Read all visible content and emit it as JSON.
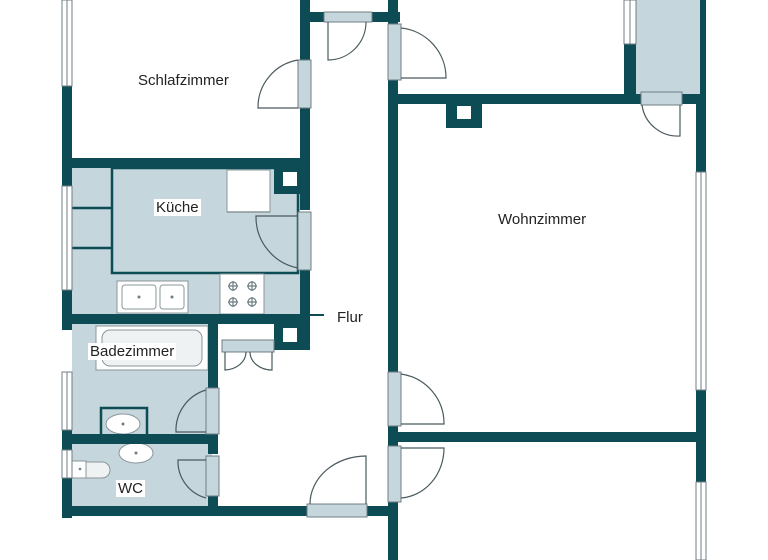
{
  "colors": {
    "wall": "#0d4b55",
    "floor_wet": "#c5d6dc",
    "door_frame": "#c5d6dc",
    "door_swing": "#4a5a5e",
    "window_line": "#6f7f84",
    "background": "#ffffff",
    "label": "#222222"
  },
  "rooms": [
    {
      "id": "schlafzimmer",
      "label": "Schlafzimmer"
    },
    {
      "id": "kueche",
      "label": "Küche"
    },
    {
      "id": "badezimmer",
      "label": "Badezimmer"
    },
    {
      "id": "wc",
      "label": "WC"
    },
    {
      "id": "flur",
      "label": "Flur"
    },
    {
      "id": "wohnzimmer",
      "label": "Wohnzimmer"
    }
  ],
  "fixtures": [
    {
      "name": "kitchen-sink",
      "room": "Küche"
    },
    {
      "name": "stove",
      "room": "Küche"
    },
    {
      "name": "fridge",
      "room": "Küche"
    },
    {
      "name": "bathtub",
      "room": "Badezimmer"
    },
    {
      "name": "washbasin",
      "room": "Badezimmer"
    },
    {
      "name": "washbasin",
      "room": "WC"
    },
    {
      "name": "toilet",
      "room": "WC"
    },
    {
      "name": "wardrobe-double-door",
      "room": "Flur"
    }
  ]
}
